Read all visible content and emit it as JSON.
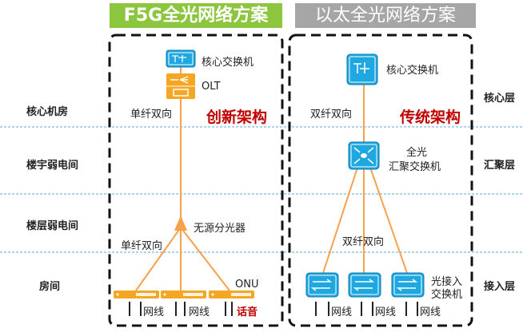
{
  "titles": {
    "left": "F5G全光网络方案",
    "right": "以太全光网络方案"
  },
  "left_layers": [
    "核心机房",
    "楼宇弱电间",
    "楼层弱电间",
    "房间"
  ],
  "right_layers": [
    "核心层",
    "汇聚层",
    "接入层"
  ],
  "f5g": {
    "core_switch": "核心交换机",
    "olt": "OLT",
    "fiber_top": "单纤双向",
    "architecture": "创新架构",
    "splitter": "无源分光器",
    "fiber_bottom": "单纤双向",
    "onu": "ONU",
    "cables": [
      "网线",
      "网线"
    ],
    "voice": "话音"
  },
  "ethernet": {
    "core_switch": "核心交换机",
    "fiber_top": "双纤双向",
    "architecture": "传统架构",
    "agg_switch_line1": "全光",
    "agg_switch_line2": "汇聚交换机",
    "fiber_bottom": "双纤双向",
    "access_switch_line1": "光接入",
    "access_switch_line2": "交换机",
    "cables": [
      "网线",
      "网线",
      "网线"
    ]
  },
  "colors": {
    "green": "#8cc63f",
    "gray": "#a6a6a6",
    "orange": "#f7a14a",
    "device_orange": "#f5a623",
    "blue": "#1ea7e1",
    "red": "#c00000",
    "divider": "#5aa9d6"
  },
  "icons": {
    "core_switch": "core-switch-icon",
    "olt": "olt-icon",
    "splitter": "splitter-triangle-icon",
    "onu": "onu-device-icon",
    "agg_switch": "aggregation-switch-icon",
    "access_switch": "access-switch-icon"
  }
}
